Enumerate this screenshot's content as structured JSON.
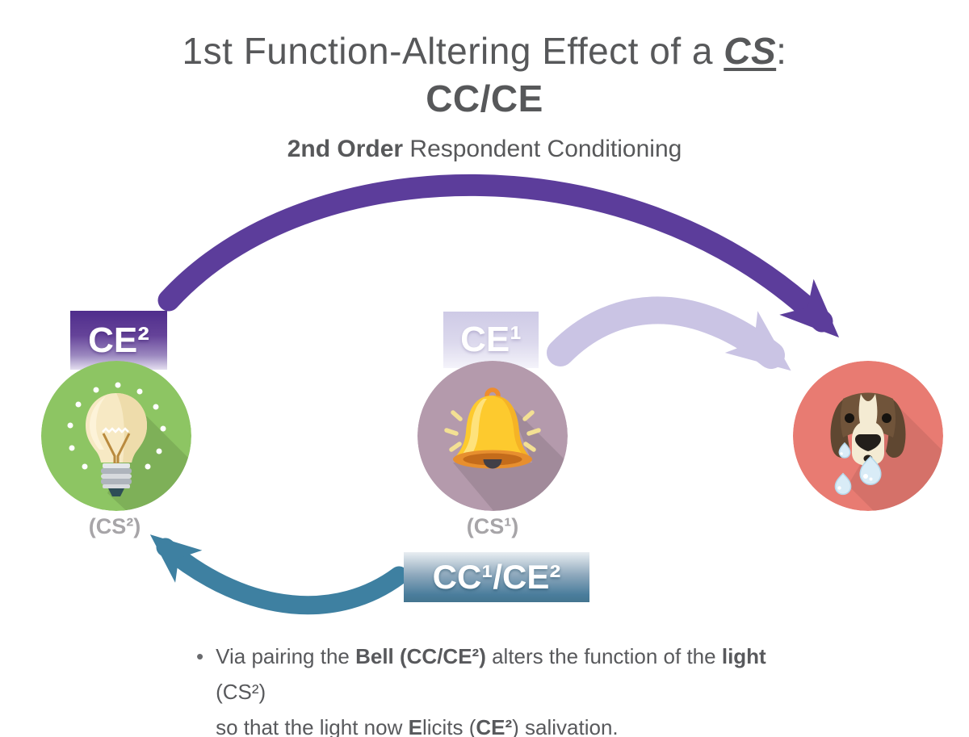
{
  "title": {
    "line1_prefix": "1st Function-Altering Effect of a ",
    "line1_emphasis": "CS",
    "line1_colon": ":",
    "line2": "CC/CE"
  },
  "subtitle": {
    "emphasis": "2nd Order",
    "rest": " Respondent Conditioning"
  },
  "nodes": {
    "light": {
      "badge_label": "CE²",
      "caption": "(CS²)",
      "icon": "light-bulb-icon"
    },
    "bell": {
      "badge_label": "CE¹",
      "caption": "(CS¹)",
      "icon": "bell-icon"
    },
    "dog": {
      "icon": "salivating-dog-icon"
    }
  },
  "pairing_badge_label": "CC¹/CE²",
  "bullet": {
    "marker": "•",
    "line1": [
      {
        "text": "Via pairing the "
      },
      {
        "text": "Bell (CC/CE²)"
      },
      {
        "text": " alters the function of the "
      },
      {
        "text": "light"
      },
      {
        "text": " (CS²)"
      }
    ],
    "line2": [
      {
        "text": "so that the light now "
      },
      {
        "text": "E"
      },
      {
        "text": "licits ("
      },
      {
        "text": "CE²"
      },
      {
        "text": ") salivation."
      }
    ]
  },
  "colors": {
    "title_text": "#57585a",
    "body_text": "#58595c",
    "caption_text": "#a7a5a8",
    "purple_arrow": "#5c3d9b",
    "lavender_arrow": "#cac4e4",
    "teal_arrow": "#3e80a1",
    "light_circle_green": "#8dc563",
    "bell_circle_mauve": "#b49aac",
    "dog_circle_salmon": "#e87b72",
    "ce2_badge_purple": "#4f2d8c",
    "cc_badge_teal": "#4a7d9c"
  }
}
